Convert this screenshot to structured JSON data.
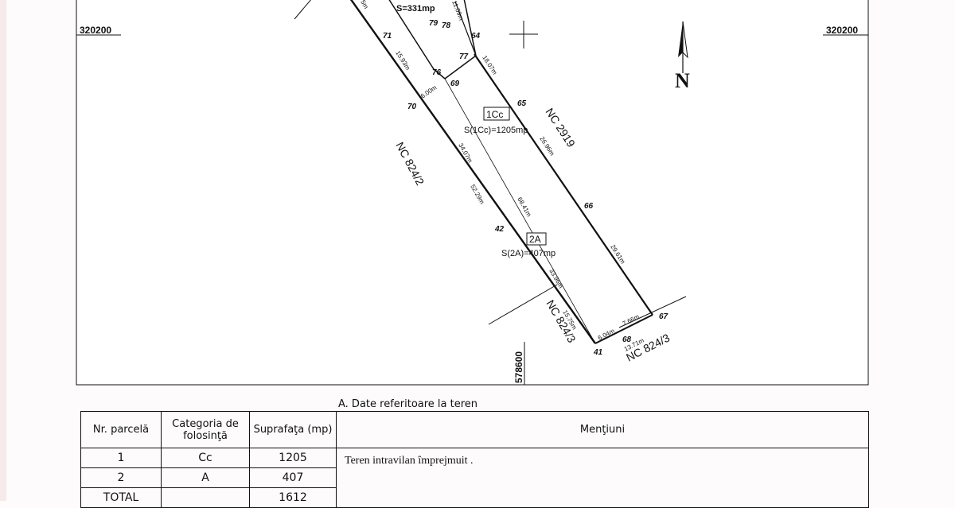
{
  "plan": {
    "coord_left": "320200",
    "coord_right": "320200",
    "coord_bottom": "578600",
    "north_label": "N",
    "parcel_1": {
      "code": "1Cc",
      "area": "S(1Cc)=1205mp"
    },
    "parcel_2": {
      "code": "2A",
      "area": "S(2A)=407mp"
    },
    "top_parcel_area": "S=331mp",
    "neighbors": {
      "east": "NC 2919",
      "west": "NC 824/2",
      "south_west": "NC 824/3",
      "south_east": "NC 824/3"
    },
    "points": {
      "p79": "79",
      "p78": "78",
      "p64": "64",
      "p71": "71",
      "p77": "77",
      "p76": "76",
      "p69": "69",
      "p70": "70",
      "p65": "65",
      "p66": "66",
      "p42": "42",
      "p67": "67",
      "p68": "68",
      "p41": "41"
    },
    "dimensions": {
      "d_top_left": "5m",
      "d_1109": "11.09m",
      "d_1593": "15.93m",
      "d_1807": "18.07m",
      "d_600": "6.00m",
      "d_3407": "34.07m",
      "d_2696": "26.96m",
      "d_5229": "52.29m",
      "d_6841": "68.41m",
      "d_2961": "29.61m",
      "d_3396": "33.96m",
      "d_1575": "15.75m",
      "d_604": "6.04m",
      "d_766": "7.66m",
      "d_1371": "13.71m"
    }
  },
  "section_title": "A. Date referitoare la teren",
  "table": {
    "headers": [
      "Nr. parcelă",
      "Categoria de folosinţă",
      "Suprafaţa (mp)",
      "Menţiuni"
    ],
    "rows": [
      {
        "nr": "1",
        "cat": "Cc",
        "sup": "1205"
      },
      {
        "nr": "2",
        "cat": "A",
        "sup": "407"
      },
      {
        "nr": "TOTAL",
        "cat": "",
        "sup": "1612"
      }
    ],
    "mentiuni": "Teren intravilan împrejmuit ."
  },
  "colors": {
    "line": "#111111",
    "background": "#fdfbfb"
  }
}
